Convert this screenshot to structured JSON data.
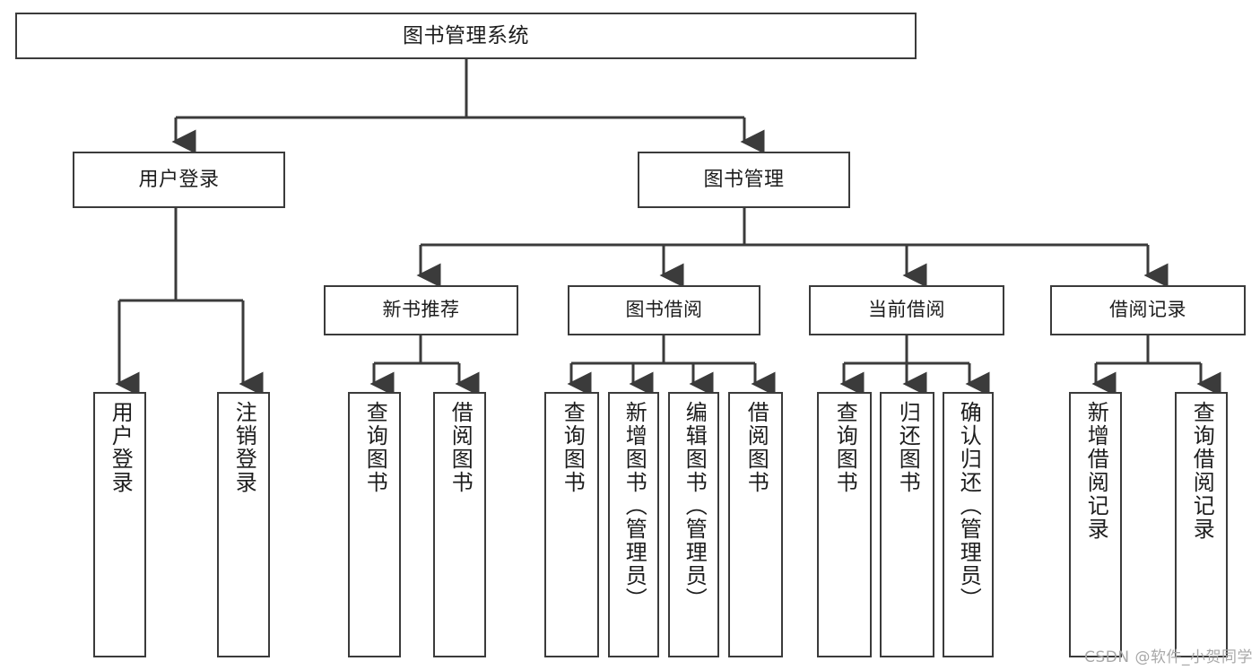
{
  "diagram": {
    "title": "图书管理系统",
    "type": "tree",
    "colors": {
      "box_border": "#3b3b3b",
      "box_fill": "#ffffff",
      "wire": "#3b3b3b",
      "text": "#1d1d1d",
      "watermark": "#a8a8a8",
      "background": "#ffffff"
    },
    "root": {
      "label": "图书管理系统"
    },
    "level2": [
      {
        "label": "用户登录"
      },
      {
        "label": "图书管理"
      }
    ],
    "level3": [
      {
        "label": "新书推荐"
      },
      {
        "label": "图书借阅"
      },
      {
        "label": "当前借阅"
      },
      {
        "label": "借阅记录"
      }
    ],
    "leaves": {
      "user_login": [
        {
          "label": "用户登录"
        },
        {
          "label": "注销登录"
        }
      ],
      "new_book_recommend": [
        {
          "label": "查询图书"
        },
        {
          "label": "借阅图书"
        }
      ],
      "book_borrow": [
        {
          "label": "查询图书"
        },
        {
          "label": "新增图书（管理员）"
        },
        {
          "label": "编辑图书（管理员）"
        },
        {
          "label": "借阅图书"
        }
      ],
      "current_borrow": [
        {
          "label": "查询图书"
        },
        {
          "label": "归还图书"
        },
        {
          "label": "确认归还（管理员）"
        }
      ],
      "borrow_record": [
        {
          "label": "新增借阅记录"
        },
        {
          "label": "查询借阅记录"
        }
      ]
    },
    "watermark": "CSDN @软件_小贺同学"
  }
}
